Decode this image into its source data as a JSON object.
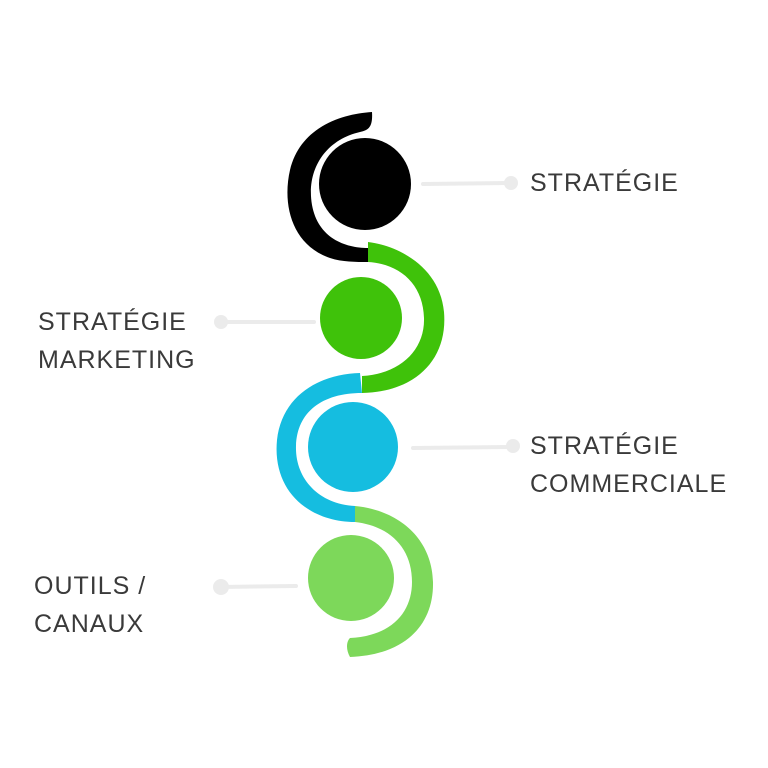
{
  "steps": [
    {
      "label": "STRATÉGIE",
      "color": "#000000",
      "side": "right"
    },
    {
      "label": "STRATÉGIE\nMARKETING",
      "color": "#3fc20a",
      "side": "left"
    },
    {
      "label": "STRATÉGIE\nCOMMERCIALE",
      "color": "#15bde0",
      "side": "right"
    },
    {
      "label": "OUTILS /\nCANAUX",
      "color": "#7dd85a",
      "side": "left"
    }
  ],
  "connector_color": "#ebebeb",
  "text_color": "#3a3a3a"
}
